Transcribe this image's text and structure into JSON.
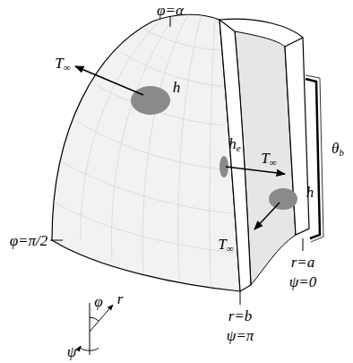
{
  "diagram": {
    "labels": [
      "φ=α",
      "T∞",
      "h",
      "θb",
      "he",
      "T∞",
      "h",
      "φ=π/2",
      "r=b",
      "ψ=π",
      "r=a",
      "ψ=0",
      "T∞",
      "φ",
      "r",
      "ψ"
    ]
  }
}
